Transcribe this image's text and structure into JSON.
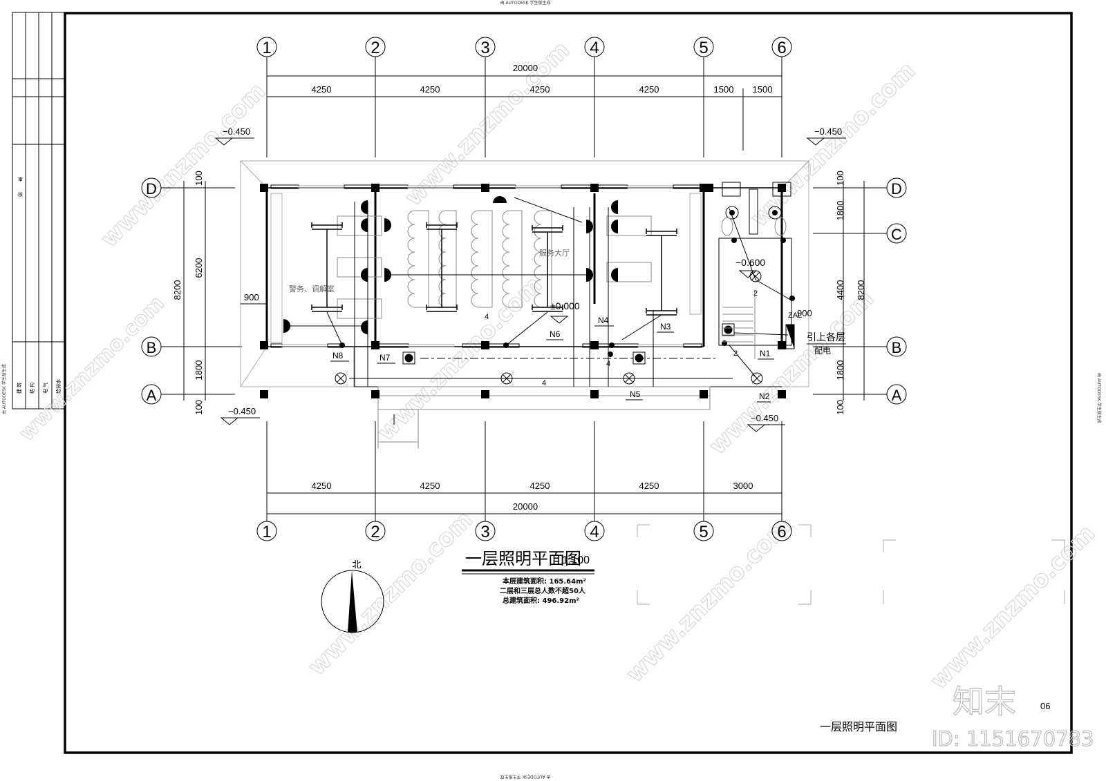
{
  "drawing": {
    "title": "一层照明平面图",
    "scale": "1:100",
    "title_block_label": "一层照明平面图",
    "sheet_number": "06",
    "notes": [
      "本层建筑面积: 165.64m²",
      "二层和三层总人数不超50人",
      "总建筑面积: 496.92m²"
    ],
    "north_label": "北",
    "autodesk_stamp": "由 AUTODESK 学生版生成"
  },
  "left_strip": {
    "labels_top": [
      "审",
      "核"
    ],
    "labels_bottom": [
      "建 筑",
      "结 构",
      "电 气",
      "给排水"
    ]
  },
  "axes": {
    "columns": [
      "1",
      "2",
      "3",
      "4",
      "5",
      "6"
    ],
    "rows": [
      "D",
      "C",
      "B",
      "A"
    ]
  },
  "dimensions": {
    "top_total": "20000",
    "top_spans": [
      "4250",
      "4250",
      "4250",
      "4250",
      "1500",
      "1500"
    ],
    "bottom_spans": [
      "4250",
      "4250",
      "4250",
      "4250",
      "3000"
    ],
    "bottom_total": "20000",
    "left_total": "8200",
    "left_spans": [
      "100",
      "6200",
      "1800",
      "100"
    ],
    "right_total": "8200",
    "right_spans": [
      "100",
      "1800",
      "4400",
      "1800",
      "100"
    ],
    "left_offset": "900",
    "right_offset": "900"
  },
  "elevations": {
    "top_left": "−0.450",
    "top_right": "−0.450",
    "bottom_left": "−0.450",
    "bottom_right": "−0.450",
    "interior": "±0.000",
    "stair": "−0.600"
  },
  "rooms": {
    "police_mediation": "警务、调解室",
    "service_hall": "服务大厅"
  },
  "circuits": [
    "N1",
    "N2",
    "N3",
    "N4",
    "N5",
    "N6",
    "N7",
    "N8"
  ],
  "wire_counts": [
    "4",
    "4",
    "4",
    "2",
    "2"
  ],
  "panel": {
    "label": "ZAL",
    "note_line1": "引上各层",
    "note_line2": "配电"
  },
  "watermark": {
    "site": "www.znzmo.com",
    "brand": "知末",
    "id": "ID: 1151670783"
  }
}
